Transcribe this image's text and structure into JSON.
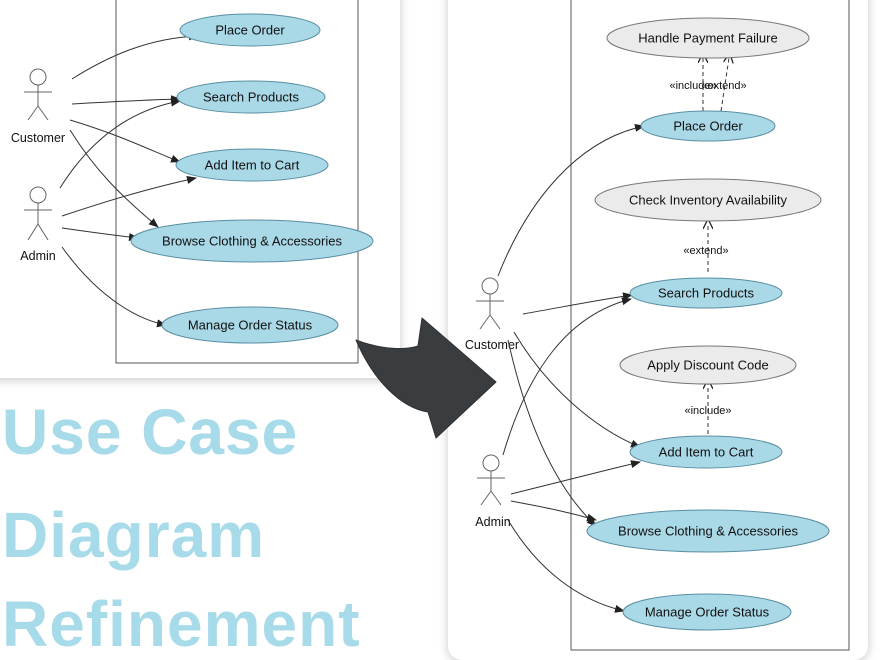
{
  "before_diagram": {
    "actors": [
      "Customer",
      "Admin"
    ],
    "use_cases": [
      "Place Order",
      "Search Products",
      "Add Item to Cart",
      "Browse Clothing & Accessories",
      "Manage Order Status"
    ]
  },
  "after_diagram": {
    "actors": [
      "Customer",
      "Admin"
    ],
    "use_cases": [
      "Handle Payment Failure",
      "Place Order",
      "Check Inventory Availability",
      "Search Products",
      "Apply Discount Code",
      "Add Item to Cart",
      "Browse Clothing & Accessories",
      "Manage Order Status"
    ],
    "relations": [
      "«include»",
      "«extend»",
      "«extend»",
      "«include»"
    ]
  },
  "headline": {
    "line1": "Use Case",
    "line2": "Diagram",
    "line3": "Refinement"
  },
  "colors": {
    "use_case_fill": "#a9d8e6",
    "extension_fill": "#ebebeb",
    "arrow": "#3a3d40",
    "headline": "#a8dbe9"
  },
  "icons": [
    "transform-arrow-icon",
    "actor-stick-figure-icon"
  ]
}
